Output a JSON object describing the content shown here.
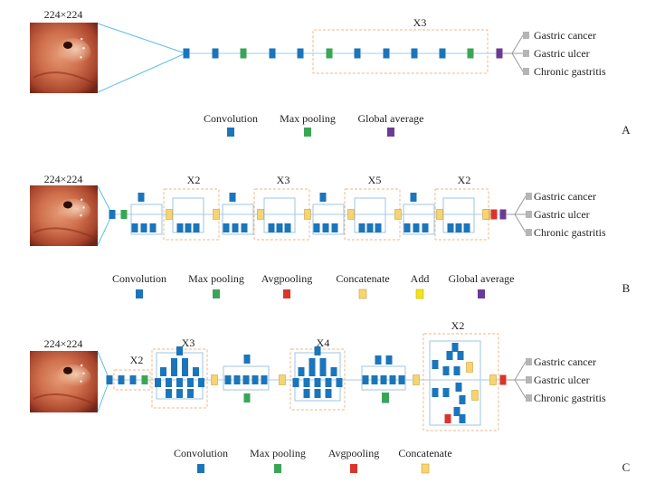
{
  "colors": {
    "convolution": "#1b75bb",
    "max_pooling": "#3aa655",
    "avgpooling": "#d9352b",
    "concatenate": "#f6d472",
    "add": "#f2e21a",
    "global_average": "#6b3a96",
    "output_node": "#b5b5b5",
    "repeat_box": "#f0b589"
  },
  "panels": [
    {
      "id": "A",
      "panel_label": "A",
      "input_size": "224×224",
      "repeats": [
        "X3"
      ],
      "outputs": [
        "Gastric cancer",
        "Gastric ulcer",
        "Chronic gastritis"
      ],
      "legend": [
        {
          "label": "Convolution",
          "kind": "conv"
        },
        {
          "label": "Max pooling",
          "kind": "pool"
        },
        {
          "label": "Global average",
          "kind": "gap"
        }
      ]
    },
    {
      "id": "B",
      "panel_label": "B",
      "input_size": "224×224",
      "repeats": [
        "X2",
        "X3",
        "X5",
        "X2"
      ],
      "outputs": [
        "Gastric cancer",
        "Gastric ulcer",
        "Chronic gastritis"
      ],
      "legend": [
        {
          "label": "Convolution",
          "kind": "conv"
        },
        {
          "label": "Max pooling",
          "kind": "pool"
        },
        {
          "label": "Avgpooling",
          "kind": "avg"
        },
        {
          "label": "Concatenate",
          "kind": "cat"
        },
        {
          "label": "Add",
          "kind": "add"
        },
        {
          "label": "Global average",
          "kind": "gap"
        }
      ]
    },
    {
      "id": "C",
      "panel_label": "C",
      "input_size": "224×224",
      "repeats": [
        "X2",
        "X3",
        "X4",
        "X2"
      ],
      "outputs": [
        "Gastric cancer",
        "Gastric ulcer",
        "Chronic gastritis"
      ],
      "legend": [
        {
          "label": "Convolution",
          "kind": "conv"
        },
        {
          "label": "Max pooling",
          "kind": "pool"
        },
        {
          "label": "Avgpooling",
          "kind": "avg"
        },
        {
          "label": "Concatenate",
          "kind": "cat"
        }
      ]
    }
  ]
}
